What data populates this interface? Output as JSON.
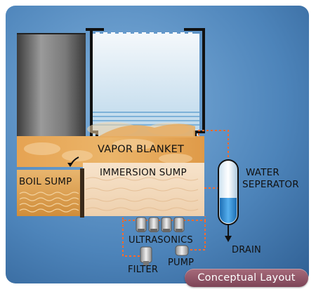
{
  "diagram": {
    "labels": {
      "vapor_blanket": "VAPOR BLANKET",
      "immersion_sump": "IMMERSION SUMP",
      "boil_sump": "BOIL SUMP",
      "water_separator_line1": "WATER",
      "water_separator_line2": "SEPERATOR",
      "drain": "DRAIN",
      "ultrasonics": "ULTRASONICS",
      "filter": "FILTER",
      "pump": "PUMP"
    },
    "caption": "Conceptual Layout"
  },
  "colors": {
    "panel": "#4a7fb3",
    "vapor_orange": "#e3a050",
    "liquid_tan": "#f0d6b8",
    "boil_orange": "#d9983f",
    "pipe": "#ff6a2a",
    "separator_water": "#2f8fd6",
    "caption_badge": "#8e5568"
  }
}
